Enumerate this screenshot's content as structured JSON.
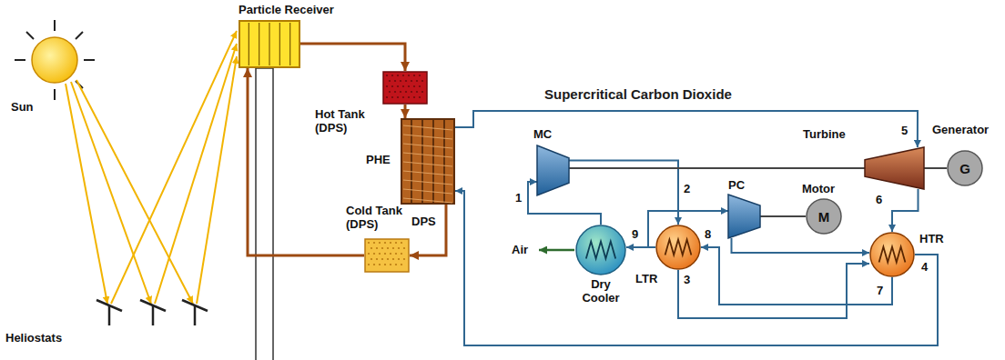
{
  "diagram": {
    "nodes": [
      {
        "text": [
          "Particle Receiver"
        ]
      },
      {
        "text": [
          "Hot Tank (DPS)"
        ]
      },
      {
        "text": [
          "PHE"
        ]
      },
      {
        "text": [
          "Cold Tank (DPS)"
        ]
      },
      {
        "text": [
          "MC"
        ]
      },
      {
        "text": [
          "Turbine"
        ]
      },
      {
        "text": [
          "Generator",
          "G"
        ]
      },
      {
        "text": [
          "PC"
        ]
      },
      {
        "text": [
          "Motor",
          "M"
        ]
      },
      {
        "text": [
          "LTR"
        ]
      },
      {
        "text": [
          "HTR"
        ]
      },
      {
        "text": [
          "Dry Cooler"
        ]
      }
    ],
    "edges": [
      {
        "from": 0,
        "to": 1,
        "arrow": "to"
      },
      {
        "from": 1,
        "to": 2,
        "arrow": "to"
      },
      {
        "from": 2,
        "to": 3,
        "arrow": "to"
      },
      {
        "from": 3,
        "to": 0,
        "arrow": "to"
      },
      {
        "from": 2,
        "to": 5,
        "arrow": "to"
      },
      {
        "from": 5,
        "to": 10,
        "arrow": "to"
      },
      {
        "from": 10,
        "to": 9,
        "arrow": "to"
      },
      {
        "from": 9,
        "to": 11,
        "arrow": "to"
      },
      {
        "from": 9,
        "to": 7,
        "arrow": "to"
      },
      {
        "from": 11,
        "to": 4,
        "arrow": "to"
      },
      {
        "from": 4,
        "to": 9,
        "arrow": "to"
      },
      {
        "from": 9,
        "to": 10,
        "arrow": "to"
      },
      {
        "from": 7,
        "to": 10,
        "arrow": "to"
      },
      {
        "from": 10,
        "to": 2,
        "arrow": "to"
      },
      {
        "from": 4,
        "to": 5,
        "arrow": "none"
      },
      {
        "from": 5,
        "to": 6,
        "arrow": "none"
      },
      {
        "from": 7,
        "to": 8,
        "arrow": "none"
      }
    ],
    "labels": [
      "Sun",
      "Heliostats",
      "Supercritical Carbon Dioxide",
      "DPS",
      "Air",
      "1",
      "2",
      "3",
      "4",
      "5",
      "6",
      "7",
      "8",
      "9"
    ]
  }
}
